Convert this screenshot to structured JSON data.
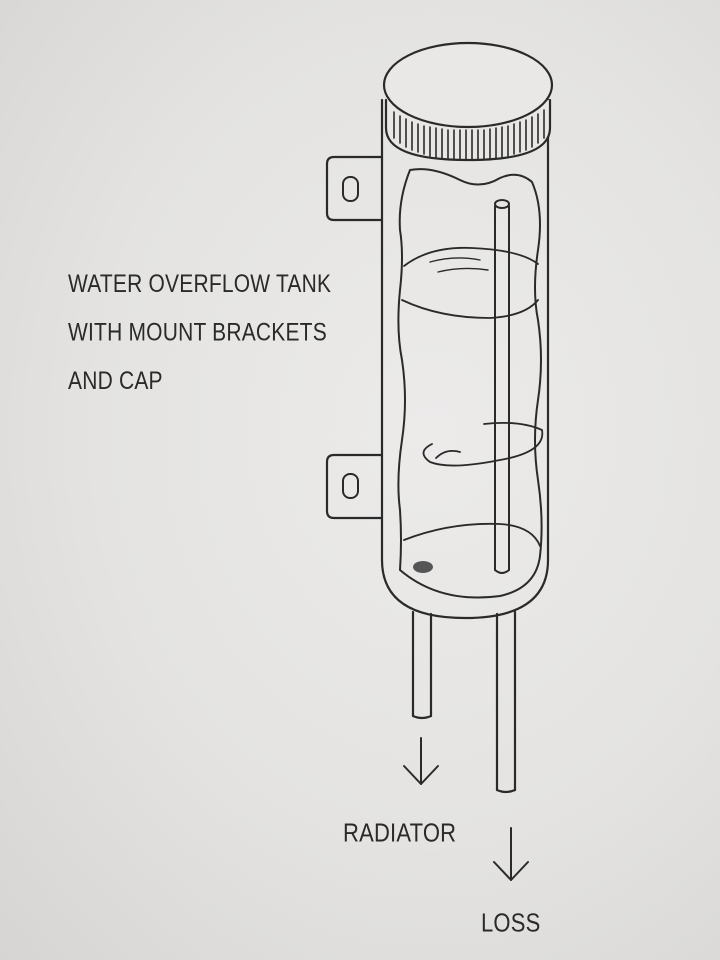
{
  "title_lines": [
    "WATER OVERFLOW TANK",
    "WITH MOUNT BRACKETS",
    "AND CAP"
  ],
  "outlet_labels": {
    "radiator": "RADIATOR",
    "loss": "LOSS"
  },
  "colors": {
    "paper": "#e3e3e1",
    "ink": "#2a2a2a"
  }
}
